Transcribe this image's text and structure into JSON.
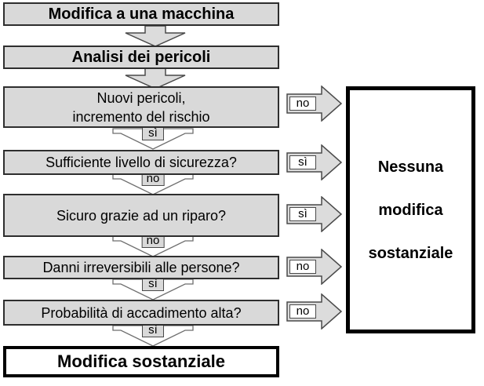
{
  "flowchart": {
    "start_box": "Modifica a una macchina",
    "analysis_box": "Analisi dei pericoli",
    "questions": [
      {
        "text_lines": [
          "Nuovi pericoli,",
          "incremento del rischio"
        ],
        "down_label": "sì",
        "side_label": "no"
      },
      {
        "text_lines": [
          "Sufficiente livello di sicurezza?"
        ],
        "down_label": "no",
        "side_label": "sì"
      },
      {
        "text_lines": [
          "Sicuro grazie ad un riparo?"
        ],
        "down_label": "no",
        "side_label": "sì"
      },
      {
        "text_lines": [
          "Danni irreversibili alle persone?"
        ],
        "down_label": "sì",
        "side_label": "no"
      },
      {
        "text_lines": [
          "Probabilità di accadimento alta?"
        ],
        "down_label": "sì",
        "side_label": "no"
      }
    ],
    "end_box": "Modifica sostanziale",
    "outcome_box_lines": [
      "Nessuna",
      "modifica",
      "sostanziale"
    ],
    "colors": {
      "box_fill": "#d9d9d9",
      "box_border": "#2e2e2e",
      "arrow_fill": "#dcdcdc",
      "arrow_outline": "#4a4a4a",
      "outcome_border": "#000000",
      "background": "#ffffff"
    }
  }
}
